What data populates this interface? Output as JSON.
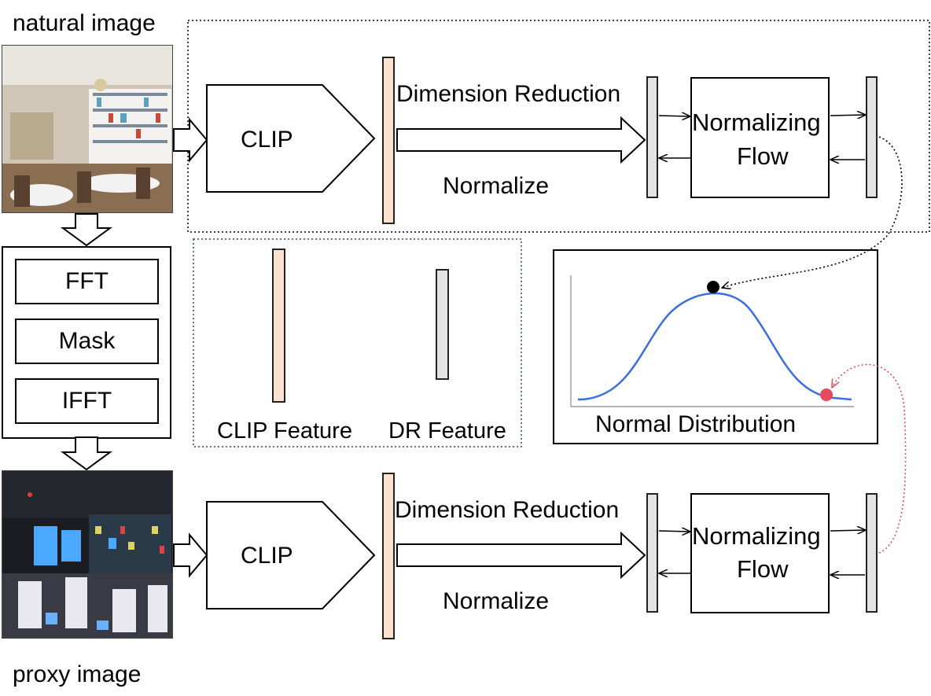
{
  "labels": {
    "natural_image": "natural image",
    "proxy_image": "proxy image",
    "clip": "CLIP",
    "dimension_reduction": "Dimension Reduction",
    "normalize": "Normalize",
    "normalizing_flow_line1": "Normalizing",
    "normalizing_flow_line2": "Flow",
    "fft": "FFT",
    "mask": "Mask",
    "ifft": "IFFT",
    "clip_feature": "CLIP Feature",
    "dr_feature": "DR Feature",
    "normal_distribution": "Normal Distribution"
  },
  "images": {
    "natural": "restaurant-interior-photo",
    "proxy": "frequency-masked-restaurant-photo"
  },
  "colors": {
    "clip_feature_fill": "#fbe2d0",
    "dr_feature_fill": "#e3e3e3",
    "gaussian_curve": "#3b6fe0",
    "upper_point": "#000000",
    "lower_point": "#e8485e",
    "lower_link": "#e8485e"
  }
}
